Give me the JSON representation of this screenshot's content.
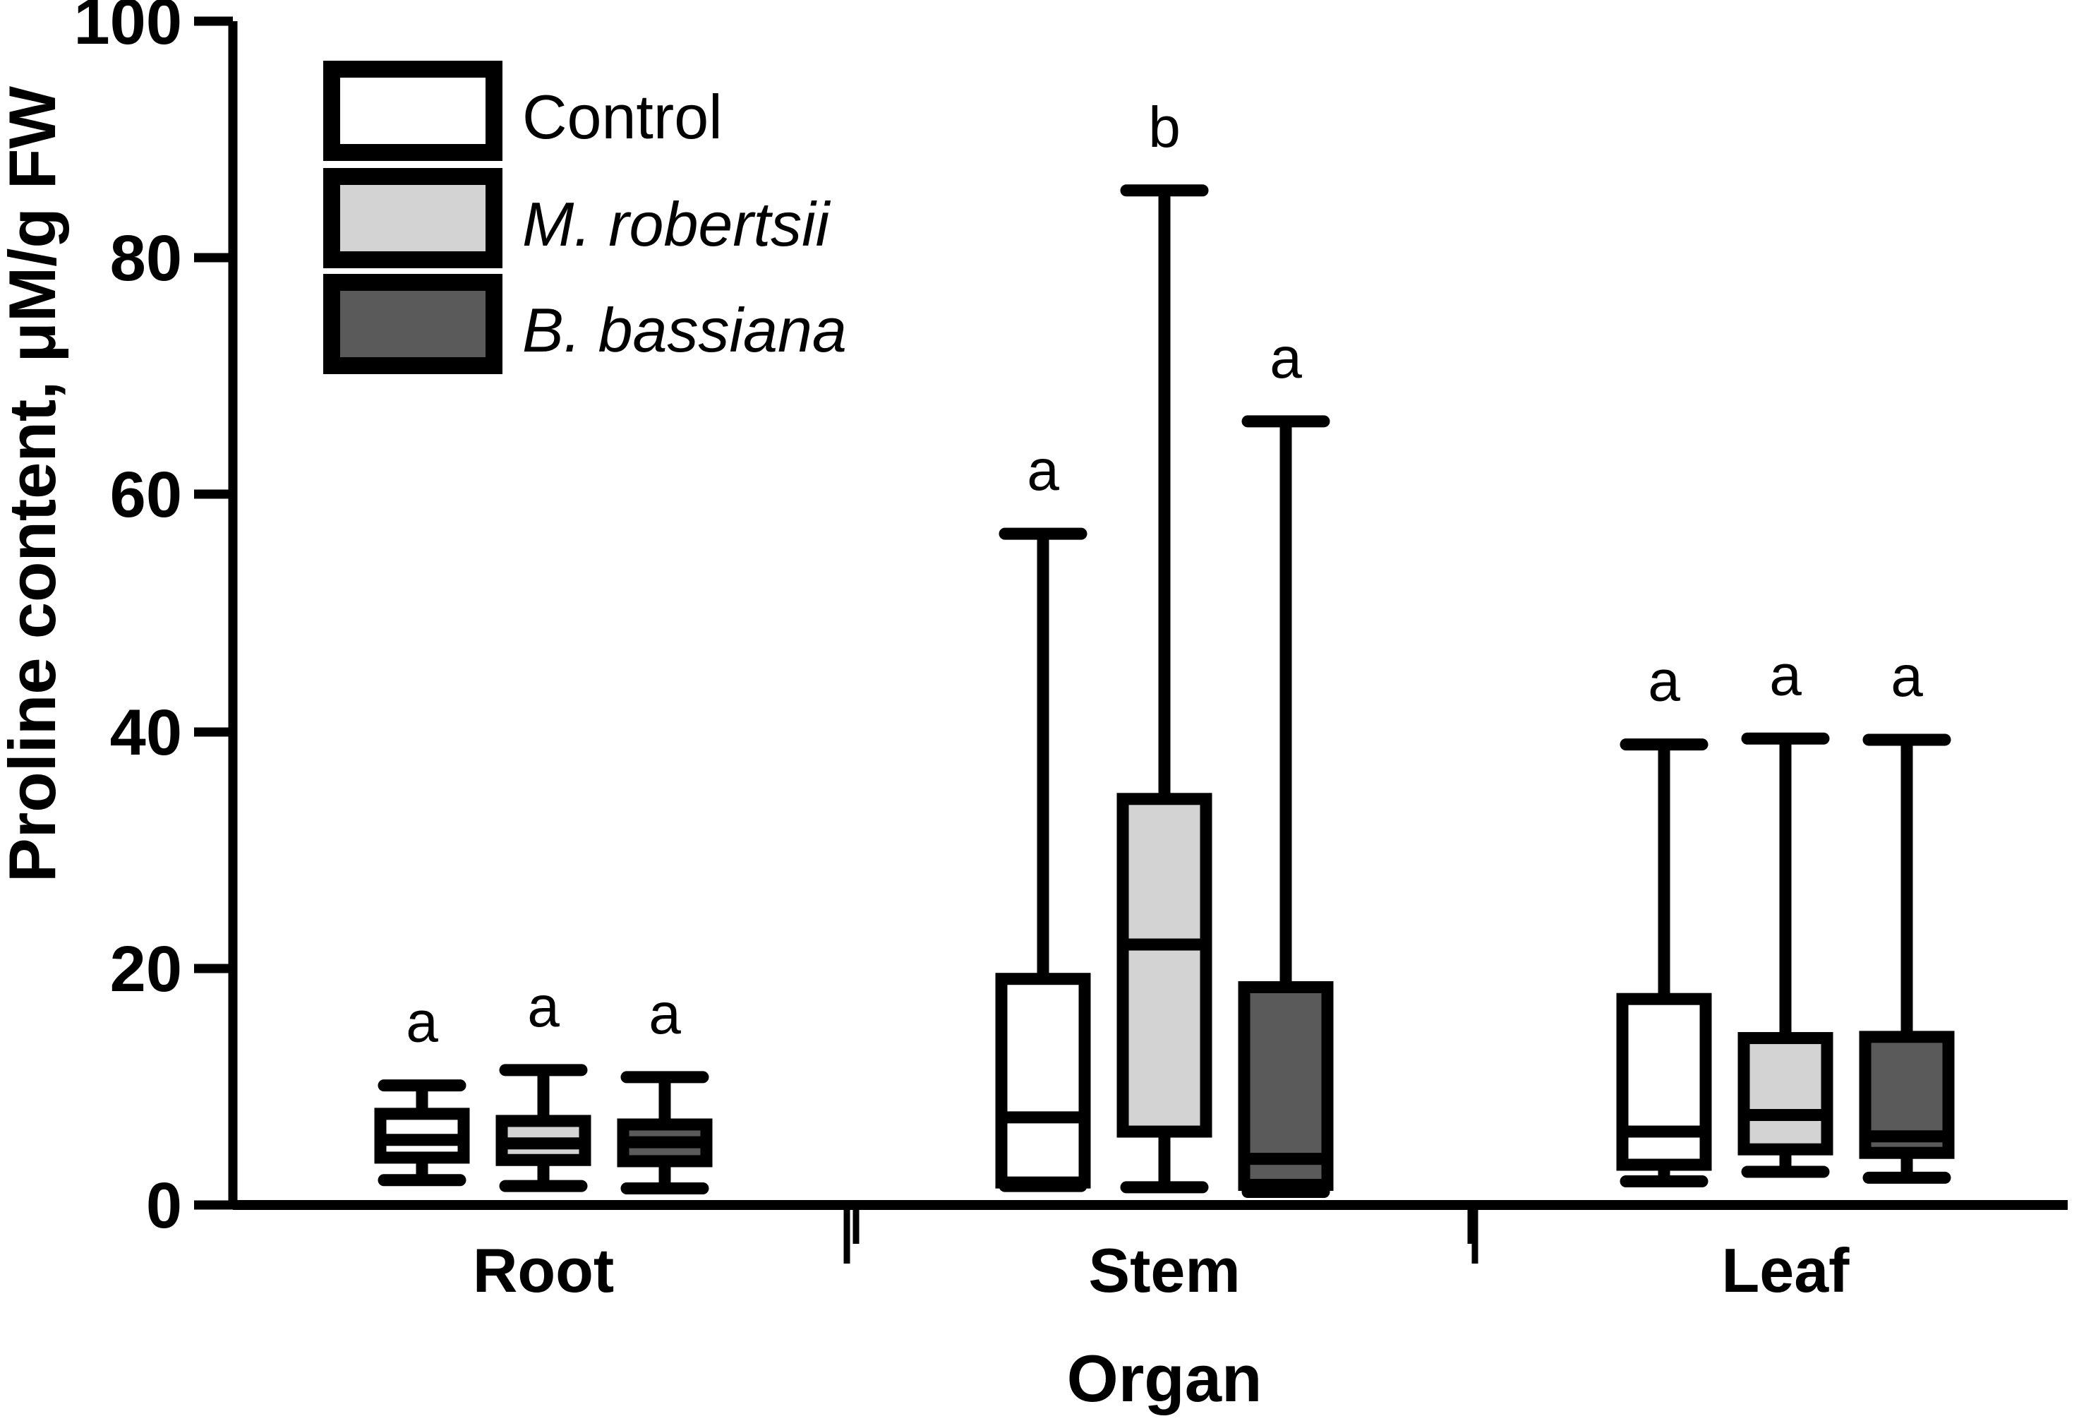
{
  "chart_data": {
    "type": "box",
    "title": "",
    "xlabel": "Organ",
    "ylabel": "Proline content, μM/g FW",
    "ylim": [
      0,
      100
    ],
    "yticks": [
      0,
      20,
      40,
      60,
      80,
      100
    ],
    "ytick_labels": [
      "0",
      "20",
      "40",
      "60",
      "80",
      "100"
    ],
    "grid": false,
    "legend_position": "top-left",
    "categories": [
      "Root",
      "Stem",
      "Leaf"
    ],
    "series": [
      {
        "name": "Control",
        "fill": "#ffffff",
        "boxes": [
          {
            "category": "Root",
            "whisker_low": 2.1,
            "q1": 4.0,
            "median": 5.5,
            "q3": 7.7,
            "whisker_high": 10.1
          },
          {
            "category": "Stem",
            "whisker_low": 1.6,
            "q1": 1.9,
            "median": 7.4,
            "q3": 19.1,
            "whisker_high": 56.7
          },
          {
            "category": "Leaf",
            "whisker_low": 2.0,
            "q1": 3.4,
            "median": 6.2,
            "q3": 17.4,
            "whisker_high": 38.9
          }
        ]
      },
      {
        "name": "M. robertsii",
        "fill": "#d3d3d3",
        "italic": true,
        "boxes": [
          {
            "category": "Root",
            "whisker_low": 1.6,
            "q1": 3.8,
            "median": 5.2,
            "q3": 7.1,
            "whisker_high": 11.4
          },
          {
            "category": "Stem",
            "whisker_low": 1.5,
            "q1": 6.2,
            "median": 22.0,
            "q3": 34.3,
            "whisker_high": 85.7
          },
          {
            "category": "Leaf",
            "whisker_low": 2.8,
            "q1": 4.7,
            "median": 7.6,
            "q3": 14.1,
            "whisker_high": 39.4
          }
        ]
      },
      {
        "name": "B. bassiana",
        "fill": "#5a5a5a",
        "italic": true,
        "boxes": [
          {
            "category": "Root",
            "whisker_low": 1.4,
            "q1": 3.7,
            "median": 5.3,
            "q3": 6.8,
            "whisker_high": 10.8
          },
          {
            "category": "Stem",
            "whisker_low": 1.1,
            "q1": 1.7,
            "median": 3.9,
            "q3": 18.4,
            "whisker_high": 66.2
          },
          {
            "category": "Leaf",
            "whisker_low": 2.3,
            "q1": 4.4,
            "median": 5.8,
            "q3": 14.2,
            "whisker_high": 39.3
          }
        ]
      }
    ],
    "significance_letters": [
      {
        "category": "Root",
        "series": "Control",
        "letter": "a"
      },
      {
        "category": "Root",
        "series": "M. robertsii",
        "letter": "a"
      },
      {
        "category": "Root",
        "series": "B. bassiana",
        "letter": "a"
      },
      {
        "category": "Stem",
        "series": "Control",
        "letter": "a"
      },
      {
        "category": "Stem",
        "series": "M. robertsii",
        "letter": "b"
      },
      {
        "category": "Stem",
        "series": "B. bassiana",
        "letter": "a"
      },
      {
        "category": "Leaf",
        "series": "Control",
        "letter": "a"
      },
      {
        "category": "Leaf",
        "series": "M. robertsii",
        "letter": "a"
      },
      {
        "category": "Leaf",
        "series": "B. bassiana",
        "letter": "a"
      }
    ],
    "colors": {
      "axis": "#000000",
      "control_fill": "#ffffff",
      "m_robertsii_fill": "#d3d3d3",
      "b_bassiana_fill": "#5a5a5a",
      "outline": "#000000"
    }
  },
  "axes": {
    "y": {
      "title": "Proline content, μM/g FW",
      "ticks": [
        "100",
        "80",
        "60",
        "40",
        "20",
        "0"
      ]
    },
    "x": {
      "title": "Organ",
      "groups": [
        "Root",
        "Stem",
        "Leaf"
      ]
    }
  },
  "legend": {
    "items": [
      {
        "label": "Control",
        "swatch": "#ffffff"
      },
      {
        "label": "M. robertsii",
        "swatch": "#d3d3d3"
      },
      {
        "label": "B. bassiana",
        "swatch": "#5a5a5a"
      }
    ]
  }
}
